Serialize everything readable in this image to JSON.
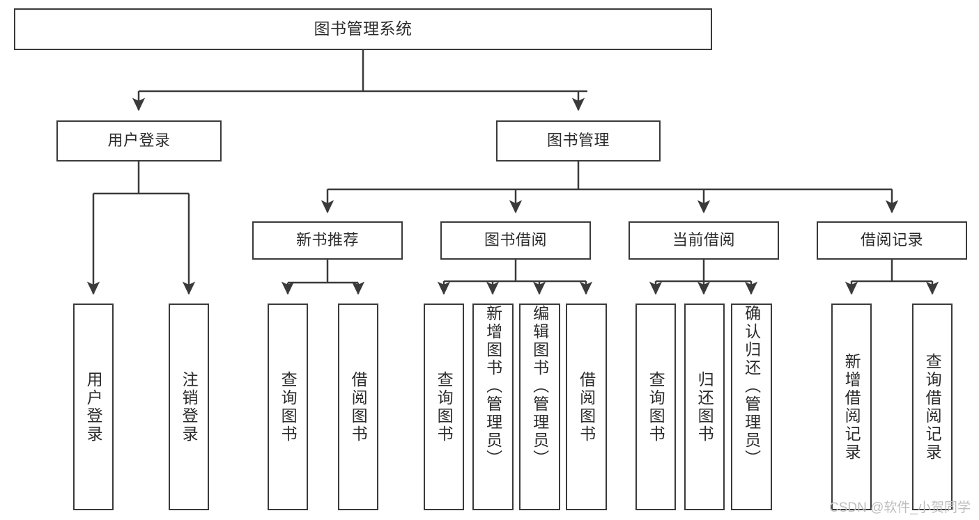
{
  "diagram": {
    "type": "tree-hierarchy-chart",
    "title": "图书管理系统",
    "stroke_color": "#3a3a3a",
    "fill_color": "#ffffff",
    "text_color": "#2b2b2b",
    "levels": {
      "root": {
        "label": "图书管理系统"
      },
      "level1": [
        {
          "id": "user-login",
          "label": "用户登录"
        },
        {
          "id": "book-management",
          "label": "图书管理"
        }
      ],
      "level2": [
        {
          "id": "new-book-recommend",
          "label": "新书推荐",
          "parent": "book-management"
        },
        {
          "id": "book-borrow",
          "label": "图书借阅",
          "parent": "book-management"
        },
        {
          "id": "current-borrow",
          "label": "当前借阅",
          "parent": "book-management"
        },
        {
          "id": "borrow-record",
          "label": "借阅记录",
          "parent": "book-management"
        }
      ],
      "leaves": {
        "user-login": [
          {
            "id": "leaf-user-login",
            "label": "用户登录"
          },
          {
            "id": "leaf-user-logout",
            "label": "注销登录"
          }
        ],
        "new-book-recommend": [
          {
            "id": "leaf-query-book-1",
            "label": "查询图书"
          },
          {
            "id": "leaf-borrow-book-1",
            "label": "借阅图书"
          }
        ],
        "book-borrow": [
          {
            "id": "leaf-query-book-2",
            "label": "查询图书"
          },
          {
            "id": "leaf-add-book",
            "label": "新增图书（管理员）"
          },
          {
            "id": "leaf-edit-book",
            "label": "编辑图书（管理员）"
          },
          {
            "id": "leaf-borrow-book-2",
            "label": "借阅图书"
          }
        ],
        "current-borrow": [
          {
            "id": "leaf-query-book-3",
            "label": "查询图书"
          },
          {
            "id": "leaf-return-book",
            "label": "归还图书"
          },
          {
            "id": "leaf-confirm-return",
            "label": "确认归还（管理员）"
          }
        ],
        "borrow-record": [
          {
            "id": "leaf-add-record",
            "label": "新增借阅记录"
          },
          {
            "id": "leaf-query-record",
            "label": "查询借阅记录"
          }
        ]
      }
    }
  },
  "watermark": {
    "text": "CSDN @软件_小贺同学"
  }
}
